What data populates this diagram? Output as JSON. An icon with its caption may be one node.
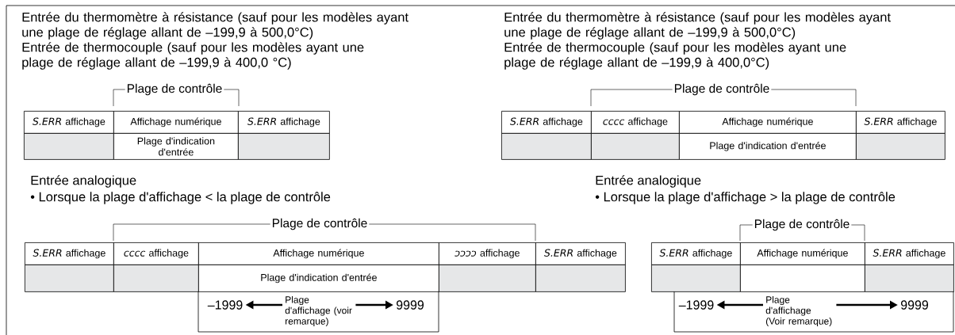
{
  "diagram": {
    "nodes": [
      {
        "text": [
          "*S.ERR* affichage"
        ]
      },
      {
        "text": [
          "Affichage numérique"
        ]
      },
      {
        "text": [
          "*S.ERR* affichage"
        ]
      },
      {
        "text": [],
        "shape": "box"
      },
      {
        "text": [
          "Plage d'indication d'entrée"
        ]
      },
      {
        "text": [],
        "shape": "box"
      },
      {
        "text": [
          "*S.ERR* affichage"
        ]
      },
      {
        "text": [
          "*cccc* affichage"
        ]
      },
      {
        "text": [
          "Affichage numérique"
        ]
      },
      {
        "text": [
          "*S.ERR* affichage"
        ]
      },
      {
        "text": [],
        "shape": "box"
      },
      {
        "text": [],
        "shape": "box"
      },
      {
        "text": [
          "Plage d'indication d'entrée"
        ]
      },
      {
        "text": [],
        "shape": "box"
      },
      {
        "text": [
          "*S.ERR* affichage"
        ]
      },
      {
        "text": [
          "*cccc* affichage"
        ]
      },
      {
        "text": [
          "Affichage numérique"
        ]
      },
      {
        "text": [
          "*ↄↄↄↄ* affichage"
        ]
      },
      {
        "text": [
          "*S.ERR* affichage"
        ]
      },
      {
        "text": [],
        "shape": "box"
      },
      {
        "text": [],
        "shape": "box"
      },
      {
        "text": [
          "Plage d'indication d'entrée"
        ]
      },
      {
        "text": [],
        "shape": "box"
      },
      {
        "text": [],
        "shape": "box"
      },
      {
        "text": [],
        "shape": "box"
      },
      {
        "text": [
          "–1999"
        ],
        "in": 24
      },
      {
        "text": [
          "Plage d'affichage (voir remarque)"
        ],
        "in": 24
      },
      {
        "text": [
          "9999"
        ],
        "in": 24
      },
      {
        "text": [
          "*S.ERR* affichage"
        ]
      },
      {
        "text": [
          "Affichage numérique"
        ]
      },
      {
        "text": [
          "*S.ERR* affichage"
        ]
      },
      {
        "text": [],
        "shape": "box"
      },
      {
        "text": [],
        "shape": "box"
      },
      {
        "text": [],
        "shape": "box"
      },
      {
        "text": [],
        "shape": "box"
      },
      {
        "text": [
          "–1999"
        ],
        "in": 34
      },
      {
        "text": [
          "Plage d'affichage (Voir remarque)"
        ],
        "in": 34
      },
      {
        "text": [
          "9999"
        ],
        "in": 34
      }
    ],
    "edges": [
      {
        "from": 26,
        "to": 25,
        "arrow": "to"
      },
      {
        "from": 26,
        "to": 27,
        "arrow": "to"
      },
      {
        "from": 36,
        "to": 35,
        "arrow": "to"
      },
      {
        "from": 36,
        "to": 37,
        "arrow": "to"
      }
    ],
    "labels": [
      "Entrée du thermomètre à résistance (sauf pour les modèles ayant une plage de réglage allant de –199,9 à 500,0°C)",
      "Entrée de thermocouple (sauf pour les modèles ayant une plage de réglage allant de –199,9 à 400,0 °C)",
      "Entrée du thermomètre à résistance (sauf pour les modèles ayant une plage de réglage allant de –199,9 à 500,0°C)",
      "Entrée de thermocouple (sauf pour les modèles ayant une plage de réglage allant de –199,9 à 400,0°C)",
      "Plage de contrôle",
      "Plage de contrôle",
      "Entrée analogique",
      "• Lorsque la plage d'affichage < la plage de contrôle",
      "Entrée analogique",
      "• Lorsque la plage d'affichage > la plage de contrôle",
      "Plage de contrôle",
      "Plage de contrôle"
    ]
  }
}
